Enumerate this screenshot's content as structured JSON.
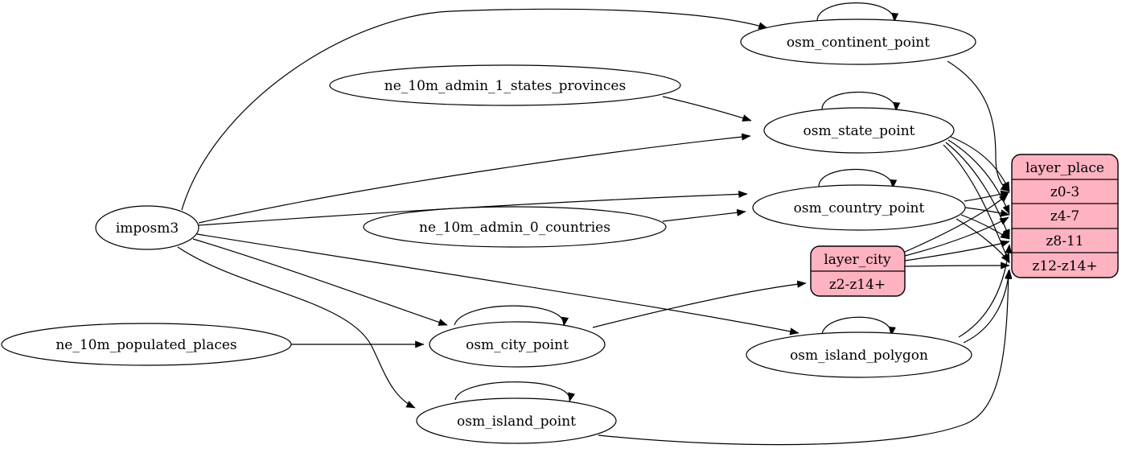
{
  "colors": {
    "background": "#ffffff",
    "node_fill": "#ffffff",
    "layer_fill": "#ffb3c1",
    "stroke": "#000000"
  },
  "nodes": {
    "imposm3": "imposm3",
    "ne_10m_admin_1_states_provinces": "ne_10m_admin_1_states_provinces",
    "ne_10m_admin_0_countries": "ne_10m_admin_0_countries",
    "ne_10m_populated_places": "ne_10m_populated_places",
    "osm_continent_point": "osm_continent_point",
    "osm_state_point": "osm_state_point",
    "osm_country_point": "osm_country_point",
    "osm_city_point": "osm_city_point",
    "osm_island_polygon": "osm_island_polygon",
    "osm_island_point": "osm_island_point"
  },
  "layers": {
    "layer_city": {
      "title": "layer_city",
      "rows": [
        "z2-z14+"
      ]
    },
    "layer_place": {
      "title": "layer_place",
      "rows": [
        "z0-3",
        "z4-7",
        "z8-11",
        "z12-z14+"
      ]
    }
  },
  "edges": [
    "imposm3 -> osm_continent_point",
    "imposm3 -> osm_state_point",
    "imposm3 -> osm_country_point",
    "imposm3 -> osm_city_point",
    "imposm3 -> osm_island_polygon",
    "imposm3 -> osm_island_point",
    "ne_10m_admin_1_states_provinces -> osm_state_point",
    "ne_10m_admin_0_countries -> osm_country_point",
    "ne_10m_populated_places -> osm_city_point",
    "osm_continent_point -> osm_continent_point",
    "osm_state_point -> osm_state_point",
    "osm_country_point -> osm_country_point",
    "osm_city_point -> osm_city_point",
    "osm_island_polygon -> osm_island_polygon",
    "osm_island_point -> osm_island_point",
    "osm_continent_point -> layer_place:z0-3",
    "osm_state_point -> layer_place:z0-3",
    "osm_state_point -> layer_place:z4-7",
    "osm_state_point -> layer_place:z8-11",
    "osm_state_point -> layer_place:z12-z14+",
    "osm_country_point -> layer_place:z0-3",
    "osm_country_point -> layer_place:z4-7",
    "osm_country_point -> layer_place:z8-11",
    "osm_country_point -> layer_place:z12-z14+",
    "osm_city_point -> layer_city:z2-z14+",
    "layer_city -> layer_place:z0-3",
    "layer_city -> layer_place:z4-7",
    "layer_city -> layer_place:z8-11",
    "layer_city -> layer_place:z12-z14+",
    "osm_island_polygon -> layer_place:z8-11",
    "osm_island_polygon -> layer_place:z12-z14+",
    "osm_island_point -> layer_place:z12-z14+"
  ]
}
